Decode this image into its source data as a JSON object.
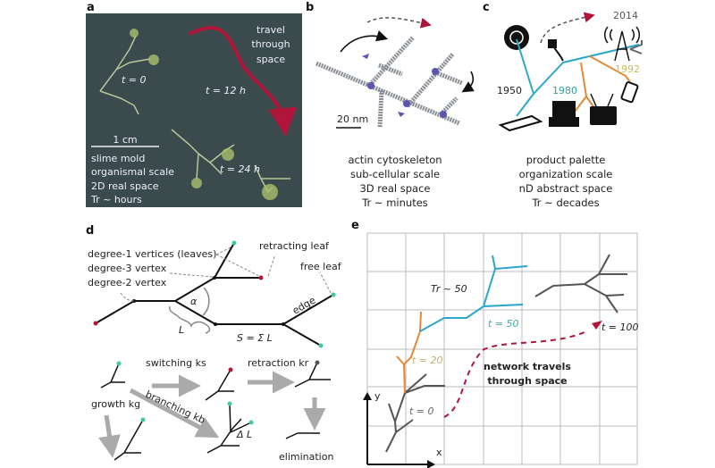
{
  "panels": {
    "a": {
      "label": "a",
      "travel": [
        "travel",
        "through",
        "space"
      ],
      "times": [
        "t = 0",
        "t = 12 h",
        "t = 24 h"
      ],
      "scale": "1 cm",
      "caption": [
        "slime mold",
        "organismal scale",
        "2D real space",
        "Tr ~ hours"
      ]
    },
    "b": {
      "label": "b",
      "scale": "20 nm",
      "caption": [
        "actin cytoskeleton",
        "sub-cellular scale",
        "3D real space",
        "Tr ~ minutes"
      ]
    },
    "c": {
      "label": "c",
      "years": [
        "1950",
        "1980",
        "1992",
        "2014"
      ],
      "caption": [
        "product palette",
        "organization scale",
        "nD abstract space",
        "Tr ~ decades"
      ]
    },
    "d": {
      "label": "d",
      "annotations": [
        "degree-1 vertices (leaves)",
        "degree-3 vertex",
        "degree-2 vertex",
        "retracting leaf",
        "free leaf",
        "edge",
        "α",
        "L",
        "S = Σ L"
      ],
      "processes": [
        "switching ks",
        "retraction kr",
        "growth kg",
        "branching kb",
        "Δ L",
        "elimination"
      ]
    },
    "e": {
      "label": "e",
      "tr": "Tr ~ 50",
      "times": [
        "t = 0",
        "t = 20",
        "t = 50",
        "t = 100"
      ],
      "note": [
        "network travels",
        "through space"
      ],
      "axes": [
        "x",
        "y"
      ]
    }
  },
  "colors": {
    "photo": "#3b4b4d",
    "red": "#b0163a",
    "cyan": "#2aa7c9",
    "orange": "#e08a3a",
    "teal": "#3fc9a4"
  }
}
